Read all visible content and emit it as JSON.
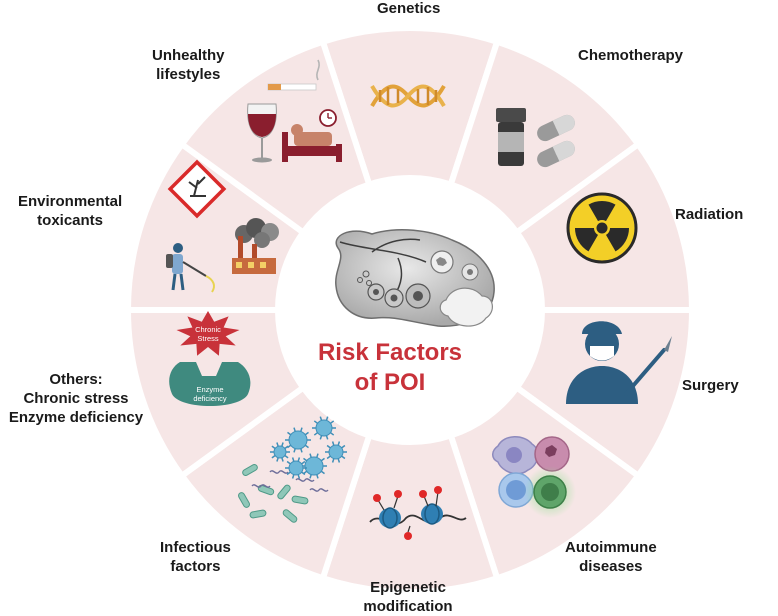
{
  "center": {
    "title_lines": [
      "Risk Factors",
      "of POI"
    ]
  },
  "factors": [
    {
      "id": "genetics",
      "lines": [
        "Genetics"
      ],
      "icon": "dna-icon"
    },
    {
      "id": "chemotherapy",
      "lines": [
        "Chemotherapy"
      ],
      "icon": "pill-bottle-icon"
    },
    {
      "id": "radiation",
      "lines": [
        "Radiation"
      ],
      "icon": "radiation-icon"
    },
    {
      "id": "surgery",
      "lines": [
        "Surgery"
      ],
      "icon": "surgeon-icon"
    },
    {
      "id": "autoimmune",
      "lines": [
        "Autoimmune",
        "diseases"
      ],
      "icon": "immune-cells-icon"
    },
    {
      "id": "epigenetic",
      "lines": [
        "Epigenetic",
        "modification"
      ],
      "icon": "nucleosome-icon"
    },
    {
      "id": "infectious",
      "lines": [
        "Infectious",
        "factors"
      ],
      "icon": "pathogens-icon"
    },
    {
      "id": "others",
      "lines": [
        "Others:",
        "Chronic stress",
        "Enzyme deficiency"
      ],
      "icon": "stress-enzyme-icon"
    },
    {
      "id": "environmental",
      "lines": [
        "Environmental",
        "toxicants"
      ],
      "icon": "toxic-hazard-icon"
    },
    {
      "id": "lifestyles",
      "lines": [
        "Unhealthy",
        "lifestyles"
      ],
      "icon": "wine-cigarette-bed-icon"
    }
  ],
  "icon_text": {
    "stress_label_lines": [
      "Chronic",
      "Stress"
    ],
    "enzyme_label_lines": [
      "Enzyme",
      "deficiency"
    ]
  },
  "colors": {
    "segment_fill": "#f6e6e6",
    "separator": "#ffffff",
    "title": "#c8323a",
    "dna": "#e2a23a",
    "radiation_yellow": "#f3cf27",
    "surgeon": "#2d5e82",
    "stress_star": "#c8323a",
    "enzyme": "#3f8a7f",
    "hazard_red": "#d92a2a"
  }
}
